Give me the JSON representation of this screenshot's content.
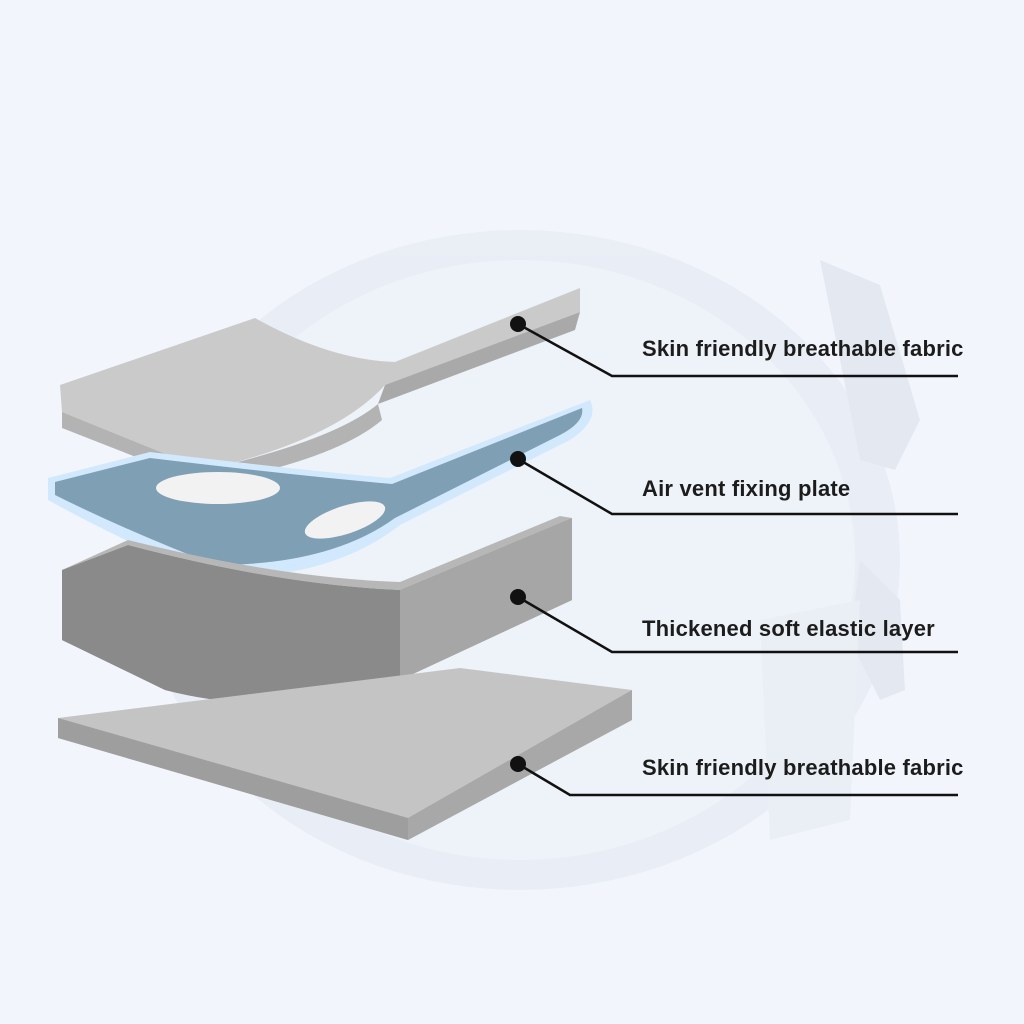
{
  "diagram": {
    "layers": [
      {
        "id": "top-fabric",
        "label": "Skin friendly breathable fabric"
      },
      {
        "id": "vent-plate",
        "label": "Air vent fixing plate"
      },
      {
        "id": "elastic-layer",
        "label": "Thickened soft elastic layer"
      },
      {
        "id": "bottom-fabric",
        "label": "Skin friendly breathable fabric"
      }
    ]
  },
  "colors": {
    "background": "#f2f6fc",
    "fabric": "#c6c6c6",
    "plate": "#7f9fb5",
    "plate_edge": "#cfe6fb",
    "elastic": "#9a9a9a",
    "leader": "#111111"
  }
}
